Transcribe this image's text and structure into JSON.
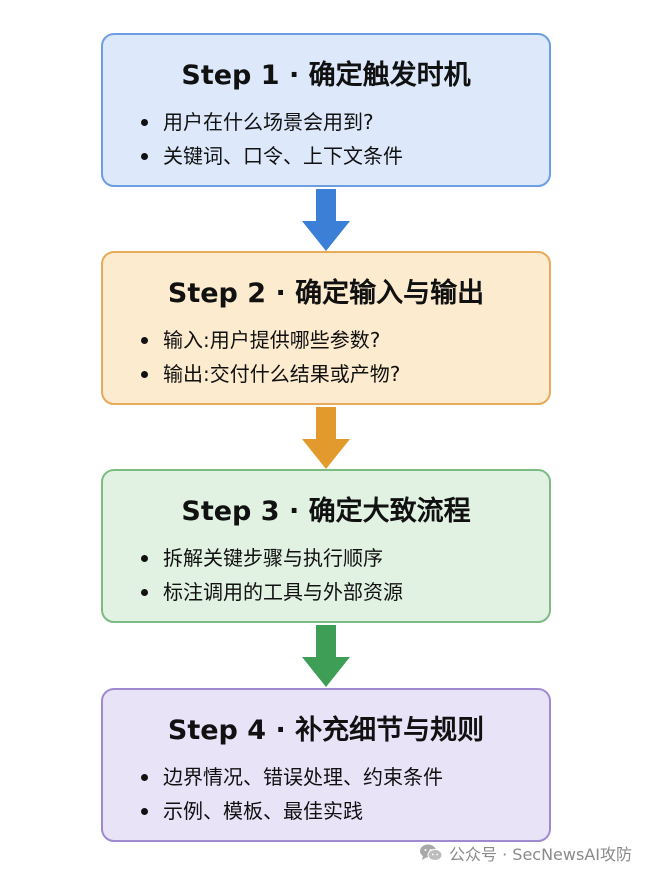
{
  "steps": [
    {
      "title": "Step 1 · 确定触发时机",
      "items": [
        "用户在什么场景会用到?",
        "关键词、口令、上下文条件"
      ],
      "color": "#6c9ee1",
      "background": "#dde9fb"
    },
    {
      "title": "Step 2 · 确定输入与输出",
      "items": [
        "输入:用户提供哪些参数?",
        "输出:交付什么结果或产物?"
      ],
      "color": "#e7a95a",
      "background": "#fcebcf"
    },
    {
      "title": "Step 3 · 确定大致流程",
      "items": [
        "拆解关键步骤与执行顺序",
        "标注调用的工具与外部资源"
      ],
      "color": "#7cbc84",
      "background": "#e1f2e3"
    },
    {
      "title": "Step 4 · 补充细节与规则",
      "items": [
        "边界情况、错误处理、约束条件",
        "示例、模板、最佳实践"
      ],
      "color": "#9f8ad1",
      "background": "#e9e3f8"
    }
  ],
  "arrows": [
    {
      "color": "#3b7fd6"
    },
    {
      "color": "#e39a2d"
    },
    {
      "color": "#3f9e55"
    }
  ],
  "watermark": {
    "text": "公众号 · SecNewsAI攻防",
    "icon": "wechat-icon"
  }
}
